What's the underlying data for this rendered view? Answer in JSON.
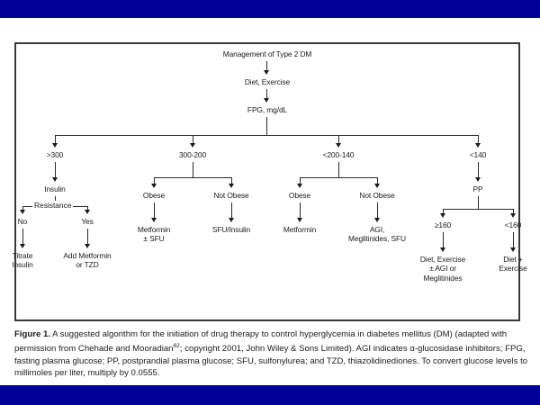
{
  "theme": {
    "background": "#000099",
    "sheet": "#ffffff",
    "ink": "#1b1b1b",
    "frame": "#3a3a3a"
  },
  "figure": {
    "root": "Management of Type 2 DM",
    "step_diet": "Diet, Exercise",
    "step_fpg": "FPG, mg/dL",
    "branches": [
      {
        "threshold": ">300",
        "child": "Insulin",
        "edge_label": "Resistance",
        "leaves": [
          {
            "label": "No",
            "outcome": "Titrate\nInsulin"
          },
          {
            "label": "Yes",
            "outcome": "Add Metformin\nor TZD"
          }
        ]
      },
      {
        "threshold": "300-200",
        "leaves": [
          {
            "label": "Obese",
            "outcome": "Metformin\n± SFU"
          },
          {
            "label": "Not Obese",
            "outcome": "SFU/Insulin"
          }
        ]
      },
      {
        "threshold": "<200-140",
        "leaves": [
          {
            "label": "Obese",
            "outcome": "Metformin"
          },
          {
            "label": "Not Obese",
            "outcome": "AGI,\nMeglitinides, SFU"
          }
        ]
      },
      {
        "threshold": "<140",
        "child": "PP",
        "leaves": [
          {
            "label": "≥160",
            "outcome": "Diet, Exercise\n± AGI or\nMeglitinides"
          },
          {
            "label": "<160",
            "outcome": "Diet +\nExercise"
          }
        ]
      }
    ]
  },
  "caption": {
    "label": "Figure 1.",
    "body_1": " A suggested algorithm for the initiation of drug therapy to control hyperglycemia in diabetes mellitus (DM) (adapted with permission from Chehade and Mooradian",
    "citation": "62",
    "body_2": "; copyright 2001, John Wiley & Sons Limited). AGI indicates α-glucosidase inhibitors; FPG, fasting plasma glucose; PP, postprandial plasma glucose; SFU, sulfonylurea; and TZD, thiazolidinediones. To convert glucose levels to millimoles per liter, multiply by 0.0555."
  }
}
